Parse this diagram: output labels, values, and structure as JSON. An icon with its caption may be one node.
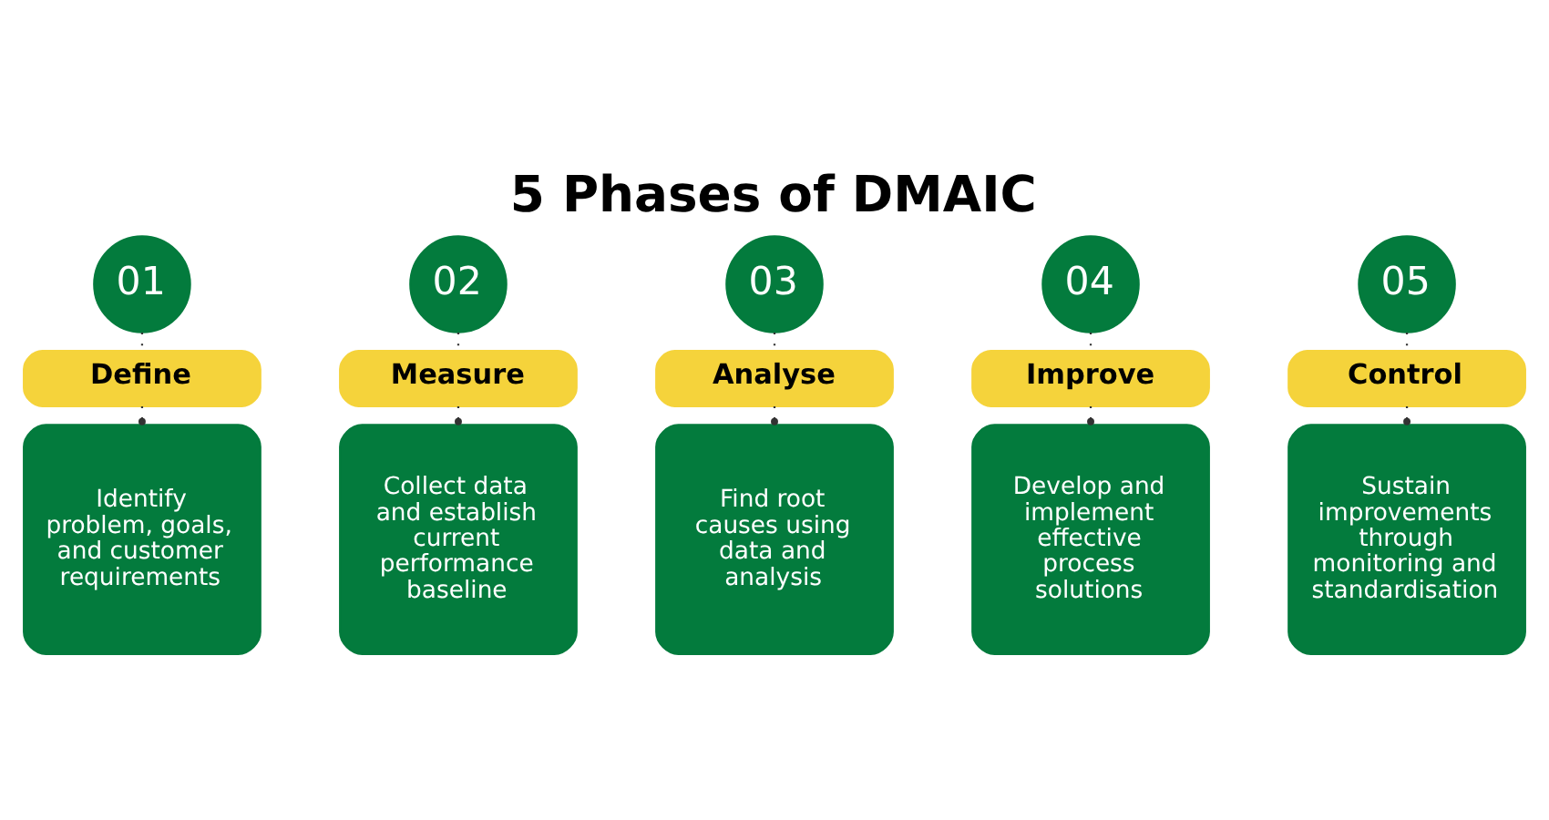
{
  "diagram": {
    "title": "5 Phases of DMAIC",
    "nodes": [
      {
        "text": [
          "01"
        ]
      },
      {
        "text": [
          "02"
        ]
      },
      {
        "text": [
          "03"
        ]
      },
      {
        "text": [
          "04"
        ]
      },
      {
        "text": [
          "05"
        ]
      },
      {
        "text": [
          "Define"
        ]
      },
      {
        "text": [
          "Measure"
        ]
      },
      {
        "text": [
          "Analyse"
        ]
      },
      {
        "text": [
          "Improve"
        ]
      },
      {
        "text": [
          "Control"
        ]
      },
      {
        "text": [
          "Identify problem, goals, and customer requirements"
        ]
      },
      {
        "text": [
          "Collect data and establish current performance baseline"
        ]
      },
      {
        "text": [
          "Find root causes using data and analysis"
        ]
      },
      {
        "text": [
          "Develop and implement effective process solutions"
        ]
      },
      {
        "text": [
          "Sustain improvements through monitoring and standardisation"
        ]
      }
    ],
    "edges": [
      {
        "from": 0,
        "to": 5,
        "arrow": "none",
        "style": "dashed"
      },
      {
        "from": 5,
        "to": 10,
        "arrow": "other",
        "style": "dashed"
      },
      {
        "from": 1,
        "to": 6,
        "arrow": "none",
        "style": "dashed"
      },
      {
        "from": 6,
        "to": 11,
        "arrow": "other",
        "style": "dashed"
      },
      {
        "from": 2,
        "to": 7,
        "arrow": "none",
        "style": "dashed"
      },
      {
        "from": 7,
        "to": 12,
        "arrow": "other",
        "style": "dashed"
      },
      {
        "from": 3,
        "to": 8,
        "arrow": "none",
        "style": "dashed"
      },
      {
        "from": 8,
        "to": 13,
        "arrow": "other",
        "style": "dashed"
      },
      {
        "from": 4,
        "to": 9,
        "arrow": "none",
        "style": "dashed"
      },
      {
        "from": 9,
        "to": 14,
        "arrow": "other",
        "style": "dashed"
      }
    ]
  }
}
